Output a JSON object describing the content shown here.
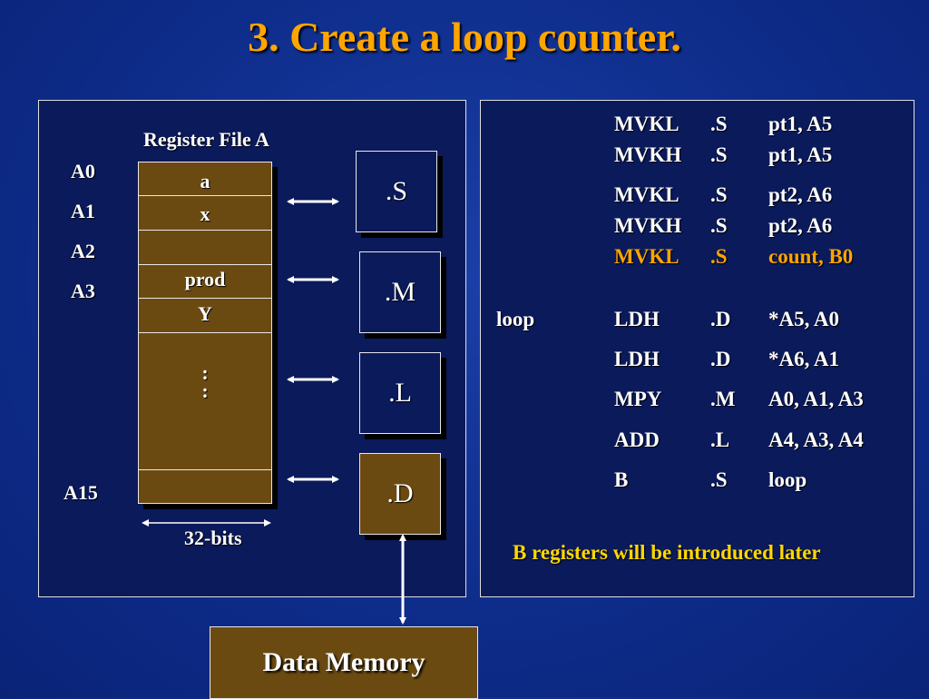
{
  "title": "3.  Create a loop counter.",
  "register_file": {
    "label": "Register File A",
    "register_labels": [
      "A0",
      "A1",
      "A2",
      "A3",
      "A15"
    ],
    "cells": [
      "a",
      "x",
      "",
      "prod",
      "Y"
    ],
    "dots": ":\n:",
    "width_label": "32-bits"
  },
  "units": [
    ".S",
    ".M",
    ".L",
    ".D"
  ],
  "data_memory": "Data Memory",
  "code": [
    {
      "label": "",
      "op": "MVKL",
      "unit": ".S",
      "args": "pt1, A5",
      "highlight": false
    },
    {
      "label": "",
      "op": "MVKH",
      "unit": ".S",
      "args": "pt1, A5",
      "highlight": false
    },
    {
      "label": "",
      "op": "MVKL",
      "unit": ".S",
      "args": "pt2, A6",
      "highlight": false
    },
    {
      "label": "",
      "op": "MVKH",
      "unit": ".S",
      "args": "pt2, A6",
      "highlight": false
    },
    {
      "label": "",
      "op": "MVKL",
      "unit": ".S",
      "args": "count, B0",
      "highlight": true
    },
    {
      "label": "loop",
      "op": "LDH",
      "unit": ".D",
      "args": "*A5, A0",
      "highlight": false
    },
    {
      "label": "",
      "op": "LDH",
      "unit": ".D",
      "args": "*A6, A1",
      "highlight": false
    },
    {
      "label": "",
      "op": "MPY",
      "unit": ".M",
      "args": "A0, A1, A3",
      "highlight": false
    },
    {
      "label": "",
      "op": "ADD",
      "unit": ".L",
      "args": "A4, A3, A4",
      "highlight": false
    },
    {
      "label": "",
      "op": "B",
      "unit": ".S",
      "args": "loop",
      "highlight": false
    }
  ],
  "note": "B registers will be introduced later",
  "colors": {
    "background": "#0d2e8f",
    "title": "#ffa500",
    "highlight": "#ffa500",
    "note": "#ffd700",
    "register_fill": "#6b4a12"
  }
}
